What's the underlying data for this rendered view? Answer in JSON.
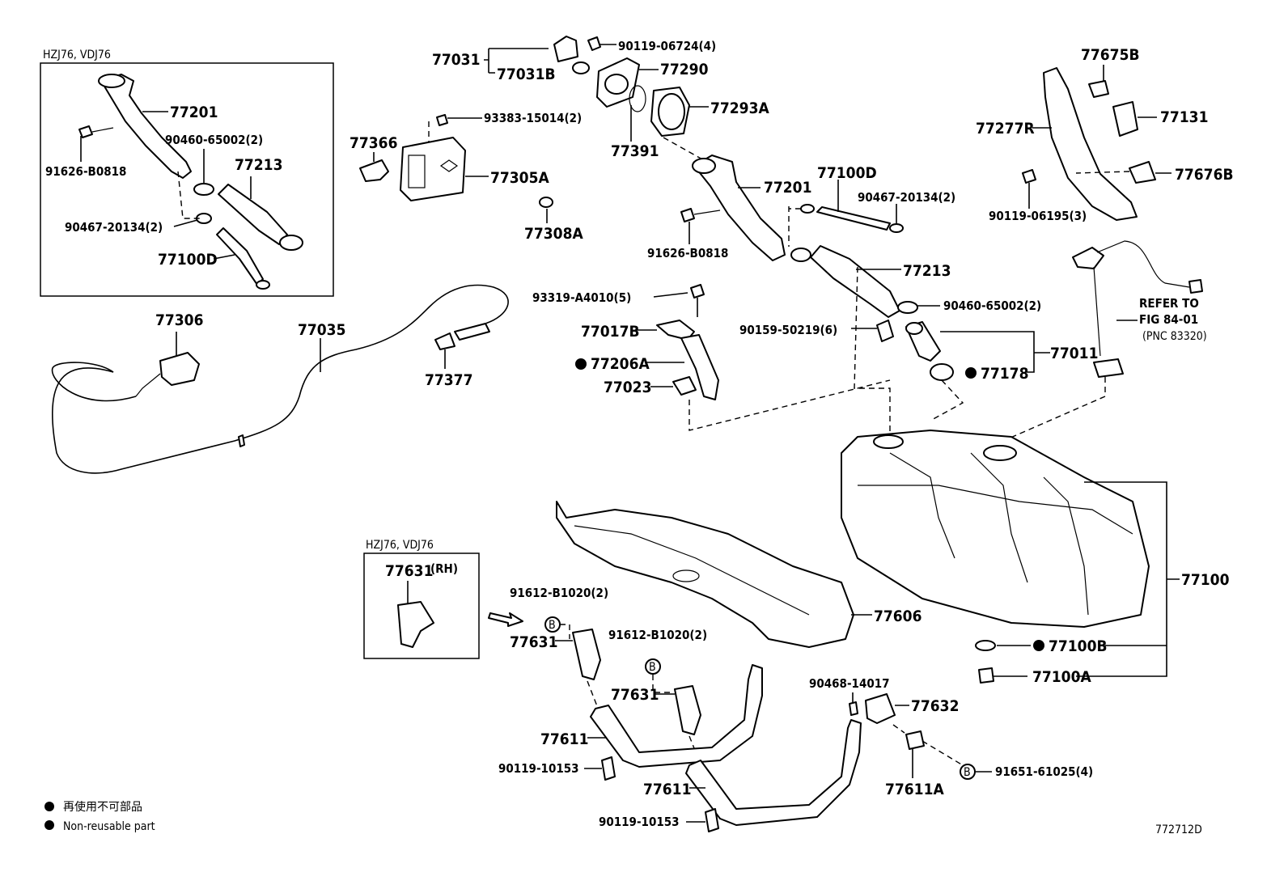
{
  "insets": {
    "top_left_title": "HZJ76, VDJ76",
    "bottom_left_title": "HZJ76, VDJ76"
  },
  "parts": {
    "p77201a": "77201",
    "p90460a": "90460-65002(2)",
    "p91626a": "91626-B0818",
    "p77213a": "77213",
    "p90467a": "90467-20134(2)",
    "p77100Da": "77100D",
    "p77031": "77031",
    "p77031B": "77031B",
    "p90119_06724": "90119-06724(4)",
    "p77290": "77290",
    "p77293A": "77293A",
    "p77391": "77391",
    "p93383": "93383-15014(2)",
    "p77366": "77366",
    "p77305A": "77305A",
    "p77308A": "77308A",
    "p77201b": "77201",
    "p77100Db": "77100D",
    "p90467b": "90467-20134(2)",
    "p91626b": "91626-B0818",
    "p77213b": "77213",
    "p90460b": "90460-65002(2)",
    "p77675B": "77675B",
    "p77131": "77131",
    "p77277R": "77277R",
    "p77676B": "77676B",
    "p90119_06195": "90119-06195(3)",
    "p77306": "77306",
    "p77035": "77035",
    "p77377": "77377",
    "p93319": "93319-A4010(5)",
    "p77017B": "77017B",
    "p77206A": "77206A",
    "p77023": "77023",
    "p90159": "90159-50219(6)",
    "p77011": "77011",
    "p77178": "77178",
    "refer1": "REFER TO",
    "refer2": "FIG 84-01",
    "refer3": "(PNC 83320)",
    "p77100": "77100",
    "p77606": "77606",
    "p77631rh": "77631",
    "rh": "(RH)",
    "p91612a": "91612-B1020(2)",
    "p77631a": "77631",
    "p91612b": "91612-B1020(2)",
    "p77631b": "77631",
    "p77611a": "77611",
    "p90119_10153a": "90119-10153",
    "p77611b": "77611",
    "p90119_10153b": "90119-10153",
    "p90468": "90468-14017",
    "p77632": "77632",
    "p77611A": "77611A",
    "p91651": "91651-61025(4)",
    "p77100B": "77100B",
    "p77100A": "77100A",
    "badge_b": "B"
  },
  "legend": {
    "line1": "再使用不可部品",
    "line2": "Non-reusable part"
  },
  "figure_id": "772712D"
}
